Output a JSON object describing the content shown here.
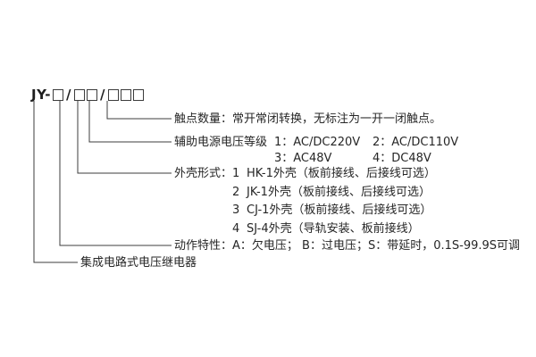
{
  "model_code": {
    "prefix": "JY-",
    "separator": "/",
    "box_groups": [
      1,
      2,
      3
    ]
  },
  "contact": {
    "text": "触点数量：常开常闭转换，无标注为一开一闭触点。"
  },
  "aux_power": {
    "title": "辅助电源电压等级",
    "options": [
      "1：AC/DC220V",
      "2：AC/DC110V",
      "3：AC48V",
      "4：DC48V"
    ]
  },
  "shell": {
    "title": "外壳形式：",
    "options": [
      {
        "num": "1",
        "text": "HK-1外壳（板前接线、后接线可选）"
      },
      {
        "num": "2",
        "text": "JK-1外壳（板前接线、后接线可选）"
      },
      {
        "num": "3",
        "text": "CJ-1外壳（板前接线、后接线可选）"
      },
      {
        "num": "4",
        "text": "SJ-4外壳（导轨安装、板前接线）"
      }
    ]
  },
  "action": {
    "text": "动作特性：A：欠电压； B：过电压；S：带延时，0.1S-99.9S可调"
  },
  "product": {
    "text": "集成电路式电压继电器"
  }
}
